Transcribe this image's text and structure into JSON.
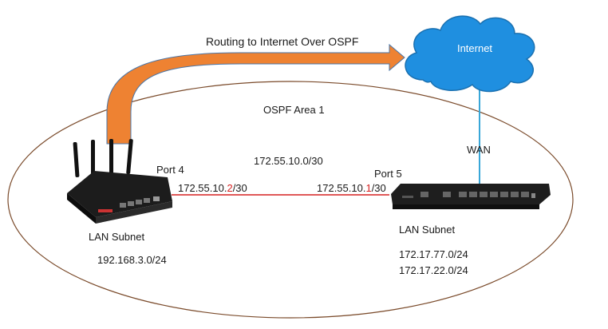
{
  "title": "Routing to Internet Over OSPF",
  "area": "OSPF Area 1",
  "internet": "Internet",
  "wan": "WAN",
  "transit_subnet": "172.55.10.0/30",
  "left_router": {
    "port": "Port 4",
    "ip_prefix": "172.55.10.",
    "ip_octet": "2",
    "ip_suffix": "/30",
    "lan_label": "LAN Subnet",
    "lan_subnets": [
      "192.168.3.0/24"
    ]
  },
  "right_router": {
    "port": "Port 5",
    "ip_prefix": "172.55.10.",
    "ip_octet": "1",
    "ip_suffix": "/30",
    "lan_label": "LAN Subnet",
    "lan_subnets": [
      "172.17.77.0/24",
      "172.17.22.0/24"
    ]
  },
  "colors": {
    "ellipse": "#7a4a2a",
    "arrow_fill": "#ee8232",
    "arrow_stroke": "#4a76a8",
    "cloud": "#1f8fe0",
    "wan_line": "#39a7d8",
    "link_line": "#d62020",
    "octet_highlight": "#d62020"
  },
  "icons": [
    "internet-cloud-icon",
    "draytek-router-icon",
    "edge-router-icon"
  ]
}
